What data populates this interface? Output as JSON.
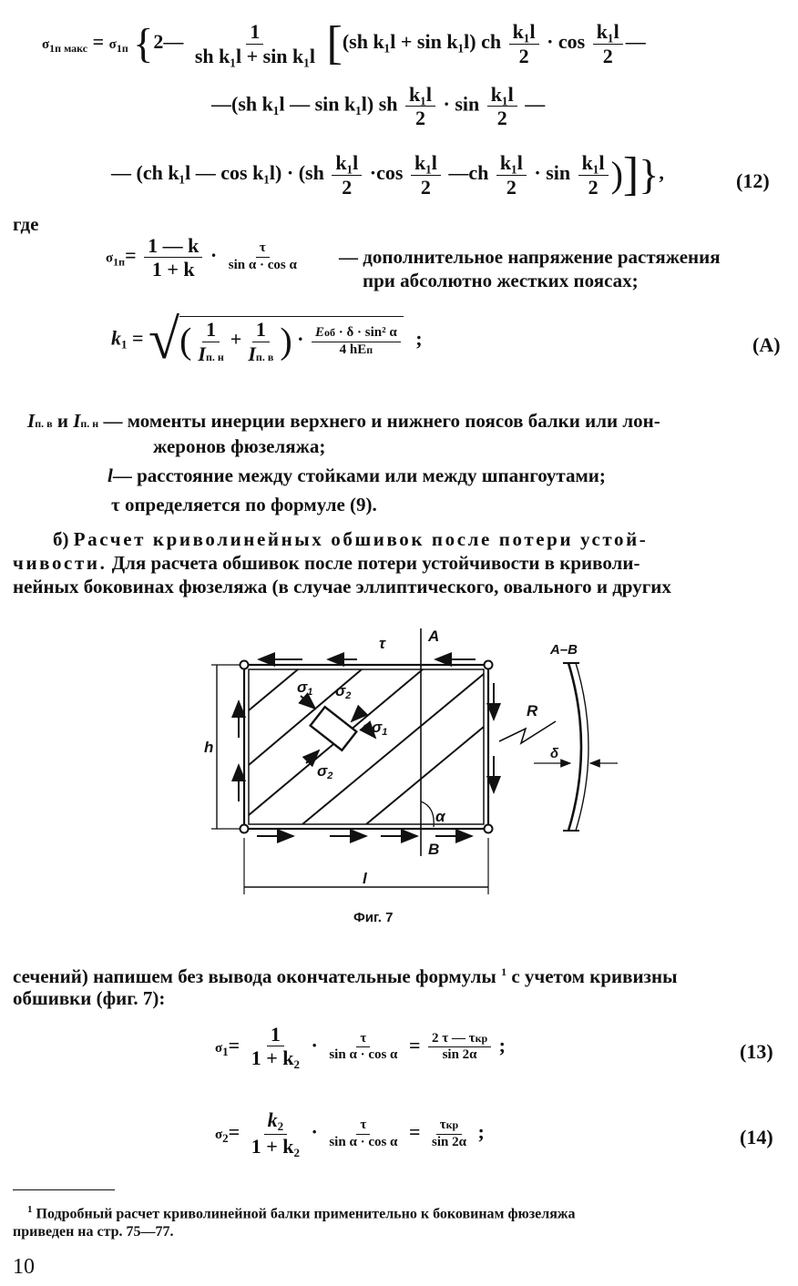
{
  "eq12": {
    "lhs": "σ",
    "lhs_sub": "1п макс",
    "rhs_start": "σ",
    "rhs_start_sub": "1п",
    "two": "2",
    "minus": "—",
    "one": "1",
    "den1": "sh k₁l + sin k₁l",
    "l1_term": "(sh k₁l + sin k₁l) ch",
    "half": "k₁l",
    "two_den": "2",
    "cos": "· cos",
    "l2_term": "—(sh k₁l — sin k₁l) sh",
    "sin": "· sin",
    "l3_term": "— (ch k₁l — cos k₁l) · (sh",
    "l3_cos": "·cos",
    "l3_ch": "—ch",
    "l3_sin": "· sin",
    "number": "(12)"
  },
  "where_label": "где",
  "sigma1p": {
    "lhs": "σ",
    "lhs_sub": "1п",
    "num1": "1 — k",
    "den1": "1 + k",
    "num2": "τ",
    "den2": "sin α · cos α",
    "desc_line1": "— дополнительное напряжение растяжения",
    "desc_line2": "при абсолютно жестких поясах;"
  },
  "eqA": {
    "lhs": "k",
    "lhs_sub": "1",
    "eq": "=",
    "one": "1",
    "den_a": "I",
    "den_a_sub": "п. н",
    "den_b": "I",
    "den_b_sub": "п. в",
    "num2": "E",
    "num2_sub": "об",
    "num2_rest": "· δ · sin² α",
    "den2": "4 hE",
    "den2_sub": "п",
    "semicolon": ";",
    "number": "(А)"
  },
  "defs": {
    "line1_sym": "I",
    "line1_sub1": "п. в",
    "line1_and": "и",
    "line1_sym2": "I",
    "line1_sub2": "п. н",
    "line1_text": "— моменты инерции верхнего и нижнего поясов балки или лон-",
    "line2_text": "жеронов фюзеляжа;",
    "line3_sym": "l",
    "line3_text": "— расстояние между стойками или между шпангоутами;",
    "line4_sym": "τ",
    "line4_text": "определяется по формуле (9)."
  },
  "para_b": {
    "lead": "б)",
    "spaced": "Расчет криволинейных обшивок после потери устой-",
    "line2_spaced": "чивости.",
    "line2_rest": "Для расчета обшивок после потери устойчивости в криволи-",
    "line3": "нейных боковинах фюзеляжа (в случае эллиптического, овального и других"
  },
  "figure": {
    "labels": {
      "tau": "τ",
      "A": "A",
      "AB": "A–B",
      "sigma1a": "σ",
      "sigma1a_sub": "1",
      "sigma2a": "σ",
      "sigma2a_sub": "2",
      "sigma1b": "σ",
      "sigma1b_sub": "1",
      "sigma2b": "σ",
      "sigma2b_sub": "2",
      "R": "R",
      "h": "h",
      "delta": "δ",
      "alpha": "α",
      "B": "B",
      "l": "l"
    },
    "caption": "Фиг. 7"
  },
  "para_after": {
    "line1": "сечений) напишем без вывода окончательные формулы",
    "fn_mark": "1",
    "line1_end": "с учетом кривизны",
    "line2": "обшивки (фиг. 7):"
  },
  "eq13": {
    "lhs": "σ",
    "lhs_sub": "1",
    "num1": "1",
    "den1": "1 + k",
    "den1_sub": "2",
    "num2": "τ",
    "den2": "sin α · cos α",
    "num3": "2 τ — τ",
    "num3_sub": "кр",
    "den3": "sin 2α",
    "semicolon": ";",
    "number": "(13)"
  },
  "eq14": {
    "lhs": "σ",
    "lhs_sub": "2",
    "num1": "k",
    "num1_sub": "2",
    "den1": "1 + k",
    "den1_sub": "2",
    "num2": "τ",
    "den2": "sin α · cos α",
    "num3": "τ",
    "num3_sub": "кр",
    "den3": "sin 2α",
    "semicolon": ";",
    "number": "(14)"
  },
  "footnote": {
    "mark": "1",
    "line1": "Подробный расчет криволинейной балки применительно к боковинам фюзеляжа",
    "line2": "приведен на стр. 75—77."
  },
  "page_number": "10"
}
